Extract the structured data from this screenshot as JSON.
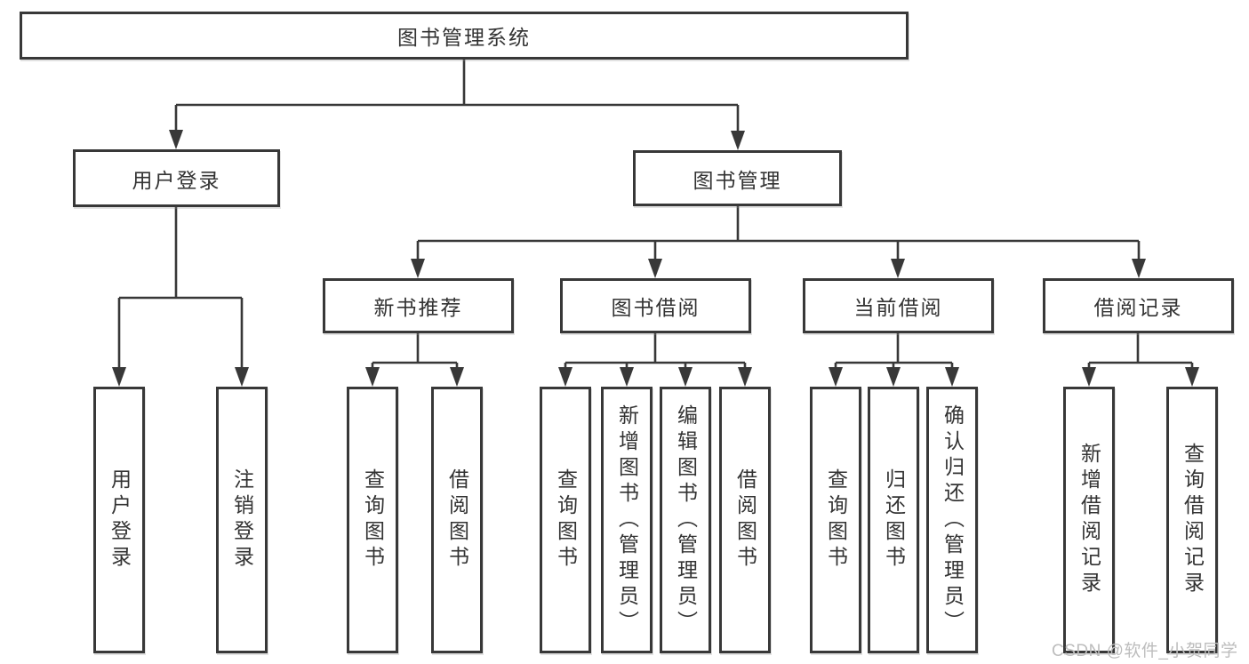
{
  "tree": {
    "root": {
      "label": "图书管理系统"
    },
    "level2": [
      {
        "label": "用户登录"
      },
      {
        "label": "图书管理"
      }
    ],
    "level3": [
      {
        "label": "新书推荐",
        "parent": "图书管理"
      },
      {
        "label": "图书借阅",
        "parent": "图书管理"
      },
      {
        "label": "当前借阅",
        "parent": "图书管理"
      },
      {
        "label": "借阅记录",
        "parent": "图书管理"
      }
    ],
    "leaves": [
      {
        "label": "用户登录",
        "parent": "用户登录"
      },
      {
        "label": "注销登录",
        "parent": "用户登录"
      },
      {
        "label": "查询图书",
        "parent": "新书推荐"
      },
      {
        "label": "借阅图书",
        "parent": "新书推荐"
      },
      {
        "label": "查询图书",
        "parent": "图书借阅"
      },
      {
        "label": "新增图书（管理员）",
        "parent": "图书借阅"
      },
      {
        "label": "编辑图书（管理员）",
        "parent": "图书借阅"
      },
      {
        "label": "借阅图书",
        "parent": "图书借阅"
      },
      {
        "label": "查询图书",
        "parent": "当前借阅"
      },
      {
        "label": "归还图书",
        "parent": "当前借阅"
      },
      {
        "label": "确认归还（管理员）",
        "parent": "当前借阅"
      },
      {
        "label": "新增借阅记录",
        "parent": "借阅记录"
      },
      {
        "label": "查询借阅记录",
        "parent": "借阅记录"
      }
    ]
  },
  "colors": {
    "line": "#383838",
    "text": "#333333",
    "watermark": "#bdbdbd",
    "background": "#ffffff"
  },
  "watermark": {
    "text": "CSDN @软件_小贺同学"
  }
}
